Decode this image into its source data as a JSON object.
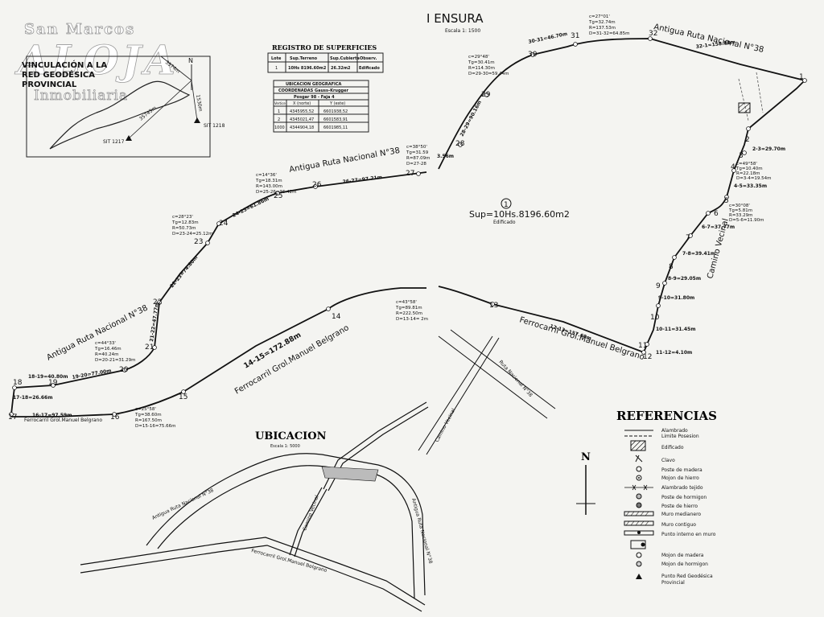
{
  "watermark": {
    "top": "San Marcos",
    "brand": "ALOJA",
    "bottom": "Inmobiliaria"
  },
  "header": {
    "title": "I ENSURA",
    "scale": "Escala 1: 1500"
  },
  "inset": {
    "title_l1": "VINCULACIÓN A LA",
    "title_l2": "RED GEODÉSICA",
    "title_l3": "PROVINCIAL",
    "north": "N",
    "sit1217": "SIT 1217",
    "sit1218": "SIT 1218",
    "d1": "35743m",
    "d2": "3574m",
    "d3": "1530m"
  },
  "registro": {
    "title": "REGISTRO DE SUPERFICIES",
    "headers": [
      "Lote",
      "Sup.Terreno",
      "Sup.Cubierta",
      "Observ."
    ],
    "row": [
      "1",
      "10Hs 8196.60m2",
      "26.32m2",
      "Edificado"
    ]
  },
  "ubic_geo": {
    "title": "UBICACION GEOGRAFICA",
    "subtitle": "COORDENADAS Gauss-Krugger",
    "sub2": "Posgar 98 - Faja 4",
    "headers": [
      "Vertice",
      "X (norte)",
      "Y (este)"
    ],
    "rows": [
      [
        "1",
        "4345955,52",
        "6601938,52"
      ],
      [
        "2",
        "4345021,47",
        "6601583,91"
      ],
      [
        "1000",
        "4344904,18",
        "6601985,11"
      ]
    ]
  },
  "parcel": {
    "sup": "Sup=10Hs.8196.60m2",
    "edif": "Edificado",
    "lot": "1"
  },
  "roads": {
    "ruta38_top": "Antigua Ruta Nacional N°38",
    "ruta38_mid": "Antigua Ruta Nacional N°38",
    "ruta38_left": "Antigua Ruta Nacional N°38",
    "ferro_mid": "Ferrocarril Grol.Manuel Belgrano",
    "ferro_right": "Ferrocarril Grol.Manuel Belgrano",
    "ferro_left": "Ferrocarril Grol.Manuel Belgrano",
    "camino": "Camino Vecinal",
    "ruta38_new": "Ruta Nacional N°38"
  },
  "vertices": [
    "1",
    "2",
    "3",
    "4",
    "5",
    "6",
    "7",
    "8",
    "9",
    "10",
    "11",
    "12",
    "13",
    "14",
    "15",
    "16",
    "17",
    "18",
    "19",
    "20",
    "21",
    "22",
    "23",
    "24",
    "25",
    "26",
    "27",
    "28",
    "29",
    "30",
    "31",
    "32"
  ],
  "sides": {
    "s32_1": "32-1=158.80m",
    "s2_3": "2-3=29.70m",
    "s4_5": "4-5=33.35m",
    "s6_7": "6-7=37.77m",
    "s7_8": "7-8=39.41m",
    "s8_9": "8-9=29.05m",
    "s9_10": "9-10=31.80m",
    "s10_11": "10-11=31.45m",
    "s11_12": "11-12=4.10m",
    "s12_13": "12-13=157.60m",
    "s14_15": "14-15=172.88m",
    "s15_16": "15-16=75.66m",
    "s16_17": "16-17=97.59m",
    "s17_18": "17-18=26.66m",
    "s18_19": "18-19=40.80m",
    "s19_20": "19-20=77.00m",
    "s21_22": "21-22=47.77m",
    "s22_23": "22-23=74.80m",
    "s24_25": "24-25=61.86m",
    "s26_27": "26-27=97.21m",
    "s28_29": "28-29=90.16m",
    "s30_31": "30-31=46.70m",
    "s27_28": "3.56m"
  },
  "curves": {
    "c3132": [
      "c=27°01'",
      "Tg=32.74m",
      "R=137.53m",
      "D=31-32=64.85m"
    ],
    "c2930": [
      "c=29°48'",
      "Tg=30.41m",
      "R=114.30m",
      "D=29-30=59.44m"
    ],
    "c2728": [
      "c=38°50'",
      "Tg=31.59",
      "R=87.09m",
      "D=27-28"
    ],
    "c2526": [
      "c=14°36'",
      "Tg=18.31m",
      "R=143.00m",
      "D=25-26=36.42m"
    ],
    "c2324": [
      "c=28°23'",
      "Tg=12.83m",
      "R=50.73m",
      "D=23-24=25.12m"
    ],
    "c2021": [
      "c=44°33'",
      "Tg=16.46m",
      "R=40.24m",
      "D=20-21=31.29m"
    ],
    "c1516": [
      "c=25°58'",
      "Tg=38.60m",
      "R=167.50m",
      "D=15-16=75.66m"
    ],
    "c1314": [
      "c=43°58'",
      "Tg=89.81m",
      "R=222.50m",
      "D=13-14=  2m"
    ],
    "c45": [
      "c=49°58'",
      "Tg=10.40m",
      "R=22.18m",
      "D=3-4=19.54m"
    ],
    "c56": [
      "c=30°08'",
      "Tg=5.81m",
      "R=33.29m",
      "D=5-6=11.90m"
    ]
  },
  "ubicacion": {
    "title": "UBICACION",
    "scale": "Escala 1: 5000",
    "ruta38": "Antigua Ruta Nacional N°38",
    "ferro": "Ferrocarril Grol.Manuel Belgrano",
    "camino": "Camino Vecinal",
    "ruta38_new": "Antigua Ruta Nacional N°38"
  },
  "referencias": {
    "title": "REFERENCIAS",
    "north": "N",
    "items": [
      "Alambrado",
      "Limite Posesion",
      "Edificado",
      "Clavo",
      "Poste de madera",
      "Mojon de hierro",
      "Alambrado tejido",
      "Poste de hormigon",
      "Poste de hierro",
      "Muro medianero",
      "Muro contiguo",
      "Punto interno en muro",
      "Mojon de madera",
      "Mojon de hormigon",
      "Punto Red Geodésica",
      "Provincial"
    ]
  }
}
